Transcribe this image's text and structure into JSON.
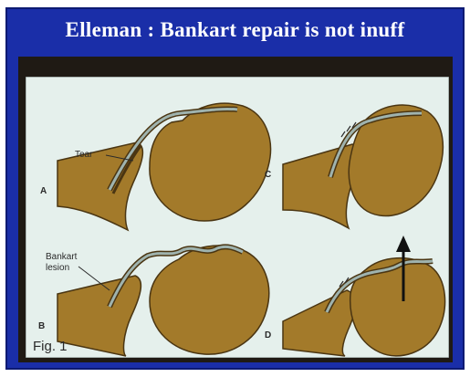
{
  "slide": {
    "title": "Elleman : Bankart repair is not inuff"
  },
  "figure": {
    "caption": "Fig. 1",
    "panels": {
      "a": {
        "letter": "A",
        "label": "Tear"
      },
      "b": {
        "letter": "B",
        "label_line1": "Bankart",
        "label_line2": "lesion"
      },
      "c": {
        "letter": "C"
      },
      "d": {
        "letter": "D"
      }
    }
  },
  "colors": {
    "slide_background": "#1a2ea8",
    "figure_background": "#e5f0ec",
    "bone": "#a37a2a",
    "bone_outline": "#4a3512",
    "labrum": "#9fb3ae",
    "title_text": "#ffffff"
  }
}
